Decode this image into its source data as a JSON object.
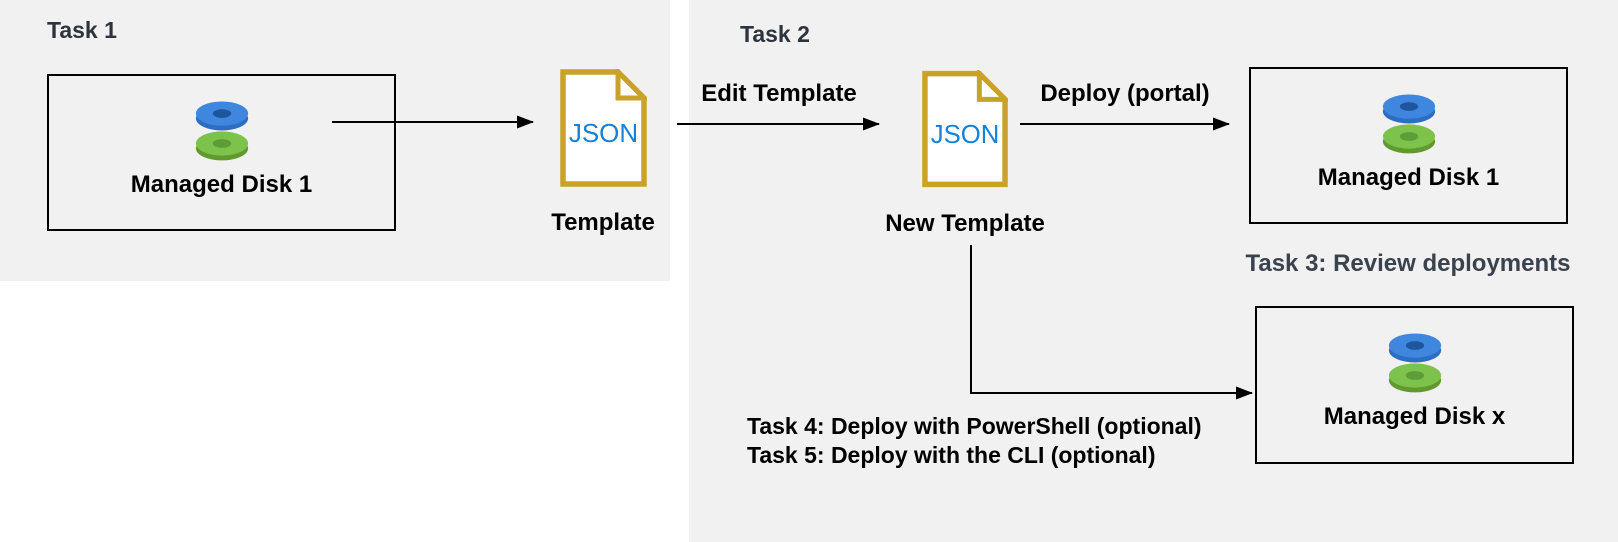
{
  "diagram": {
    "task1": {
      "heading": "Task 1",
      "box_label": "Managed Disk 1"
    },
    "template_file": {
      "file_type": "JSON",
      "caption": "Template"
    },
    "task2": {
      "heading": "Task 2",
      "edit_arrow_label": "Edit Template",
      "new_template_file": {
        "file_type": "JSON",
        "caption": "New Template"
      },
      "deploy_arrow_label": "Deploy (portal)",
      "deployed_box_label": "Managed Disk 1"
    },
    "task3": {
      "caption": "Task 3: Review deployments",
      "box_label": "Managed Disk x"
    },
    "task4_caption": "Task 4: Deploy with PowerShell (optional)",
    "task5_caption": "Task 5: Deploy with the CLI (optional)",
    "colors": {
      "panel_background": "#f1f1f1",
      "heading_text": "#2d343d",
      "task3_text": "#3a424d",
      "body_text": "#000000",
      "file_border_gold": "#c9a227",
      "json_text_blue": "#1581d8",
      "disk_blue": "#3f87de",
      "disk_green": "#7cc24b",
      "arrow": "#000000"
    }
  }
}
